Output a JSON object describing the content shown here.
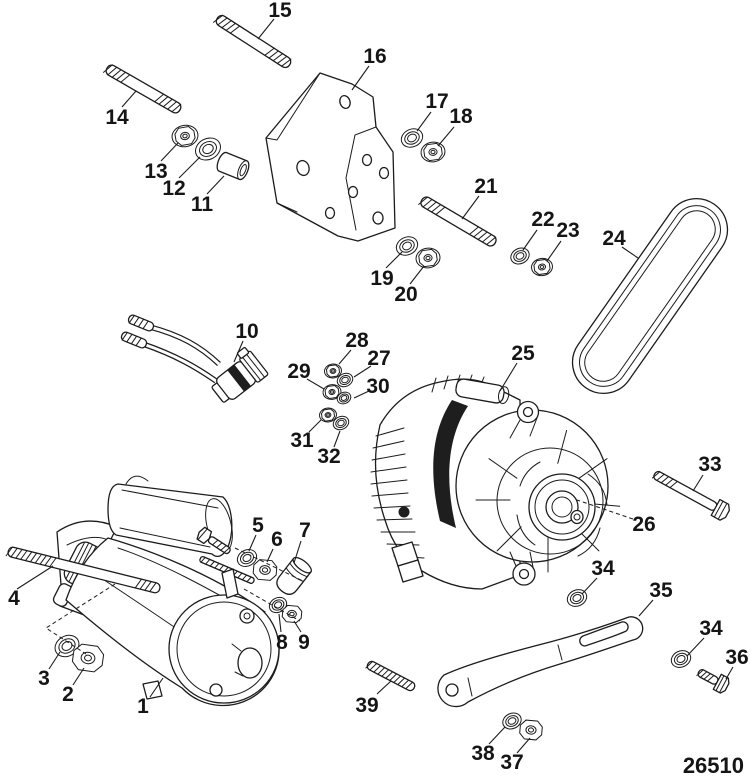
{
  "diagram": {
    "drawing_number": "26510",
    "background_color": "#ffffff",
    "line_color": "#1c1c1c",
    "callouts": {
      "c1": "1",
      "c2": "2",
      "c3": "3",
      "c4": "4",
      "c5": "5",
      "c6": "6",
      "c7": "7",
      "c8": "8",
      "c9": "9",
      "c10": "10",
      "c11": "11",
      "c12": "12",
      "c13": "13",
      "c14": "14",
      "c15": "15",
      "c16": "16",
      "c17": "17",
      "c18": "18",
      "c19": "19",
      "c20": "20",
      "c21": "21",
      "c22": "22",
      "c23": "23",
      "c24": "24",
      "c25": "25",
      "c26": "26",
      "c27": "27",
      "c28": "28",
      "c29": "29",
      "c30": "30",
      "c31": "31",
      "c32": "32",
      "c33": "33",
      "c34a": "34",
      "c34b": "34",
      "c35": "35",
      "c36": "36",
      "c37": "37",
      "c38": "38",
      "c39": "39"
    }
  }
}
